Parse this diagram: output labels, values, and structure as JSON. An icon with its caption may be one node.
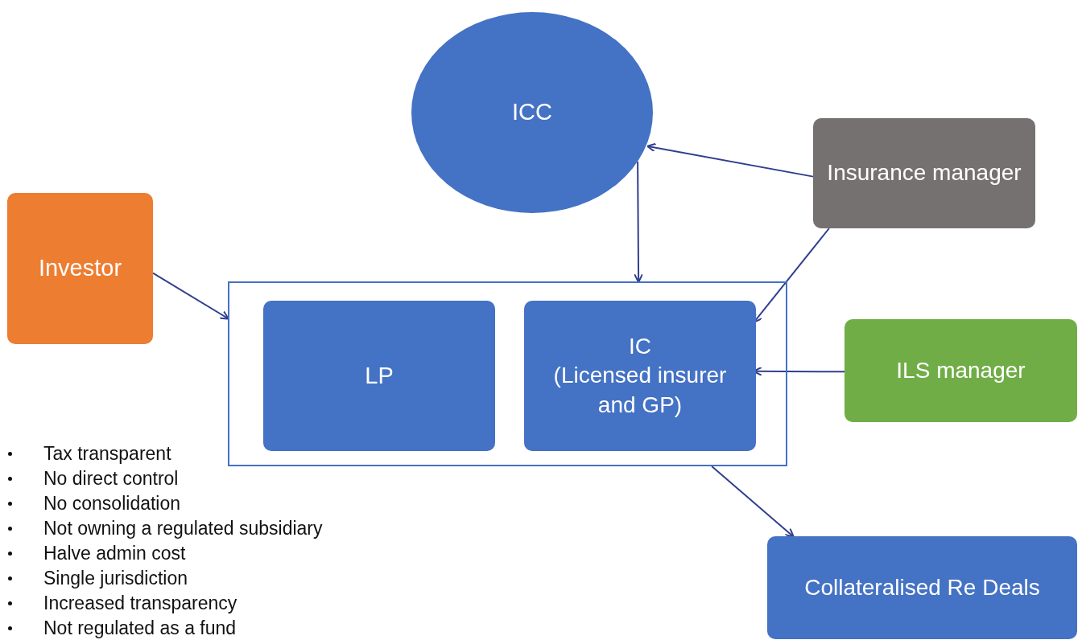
{
  "diagram": {
    "nodes": [
      {
        "text": [
          "ICC"
        ]
      },
      {
        "text": [
          "Insurance manager"
        ]
      },
      {
        "text": [
          "Investor"
        ]
      },
      {
        "text": [],
        "shape": "box"
      },
      {
        "text": [
          "LP"
        ],
        "in": 3
      },
      {
        "text": [
          "IC",
          "(Licensed insurer and GP)"
        ],
        "in": 3
      },
      {
        "text": [
          "ILS manager"
        ]
      },
      {
        "text": [
          "Collateralised Re Deals"
        ]
      }
    ],
    "edges": [
      {
        "from": 1,
        "to": 0,
        "arrow": "to"
      },
      {
        "from": 0,
        "to": 3,
        "arrow": "to"
      },
      {
        "from": 2,
        "to": 3,
        "arrow": "to"
      },
      {
        "from": 1,
        "to": 5,
        "arrow": "to"
      },
      {
        "from": 6,
        "to": 5,
        "arrow": "to"
      },
      {
        "from": 3,
        "to": 7,
        "arrow": "to"
      }
    ],
    "labels": [
      "Tax transparent",
      "No direct control",
      "No consolidation",
      "Not owning a regulated subsidiary",
      "Halve admin cost",
      "Single jurisdiction",
      "Increased transparency",
      "Not regulated as a fund"
    ]
  }
}
